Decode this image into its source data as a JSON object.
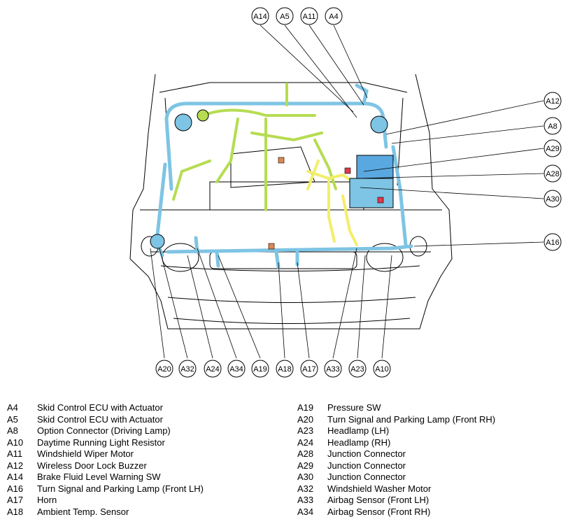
{
  "callouts_top": [
    "A14",
    "A5",
    "A11",
    "A4"
  ],
  "callouts_right": [
    "A12",
    "A8",
    "A29",
    "A28",
    "A30",
    "A16"
  ],
  "callouts_bottom": [
    "A20",
    "A32",
    "A24",
    "A34",
    "A19",
    "A18",
    "A17",
    "A33",
    "A23",
    "A10"
  ],
  "legend_left": [
    {
      "code": "A4",
      "desc": "Skid Control ECU with Actuator"
    },
    {
      "code": "A5",
      "desc": "Skid Control ECU with Actuator"
    },
    {
      "code": "A8",
      "desc": "Option Connector (Driving Lamp)"
    },
    {
      "code": "A10",
      "desc": "Daytime Running Light Resistor"
    },
    {
      "code": "A11",
      "desc": "Windshield Wiper Motor"
    },
    {
      "code": "A12",
      "desc": "Wireless Door Lock Buzzer"
    },
    {
      "code": "A14",
      "desc": "Brake Fluid Level Warning SW"
    },
    {
      "code": "A16",
      "desc": "Turn Signal and Parking Lamp (Front LH)"
    },
    {
      "code": "A17",
      "desc": "Horn"
    },
    {
      "code": "A18",
      "desc": "Ambient Temp. Sensor"
    }
  ],
  "legend_right": [
    {
      "code": "A19",
      "desc": "Pressure SW"
    },
    {
      "code": "A20",
      "desc": "Turn Signal and Parking Lamp (Front RH)"
    },
    {
      "code": "A23",
      "desc": "Headlamp (LH)"
    },
    {
      "code": "A24",
      "desc": "Headlamp (RH)"
    },
    {
      "code": "A28",
      "desc": "Junction Connector"
    },
    {
      "code": "A29",
      "desc": "Junction Connector"
    },
    {
      "code": "A30",
      "desc": "Junction Connector"
    },
    {
      "code": "A32",
      "desc": "Windshield Washer Motor"
    },
    {
      "code": "A33",
      "desc": "Airbag Sensor (Front LH)"
    },
    {
      "code": "A34",
      "desc": "Airbag Sensor (Front RH)"
    }
  ],
  "colors": {
    "harness_blue": "#7ec4e4",
    "harness_green": "#b6dc52",
    "harness_yellow": "#f2ee6a",
    "connector_orange": "#e08850",
    "connector_red": "#e03a4a",
    "ecu_blue": "#5aa8e0",
    "outline": "#000000"
  }
}
